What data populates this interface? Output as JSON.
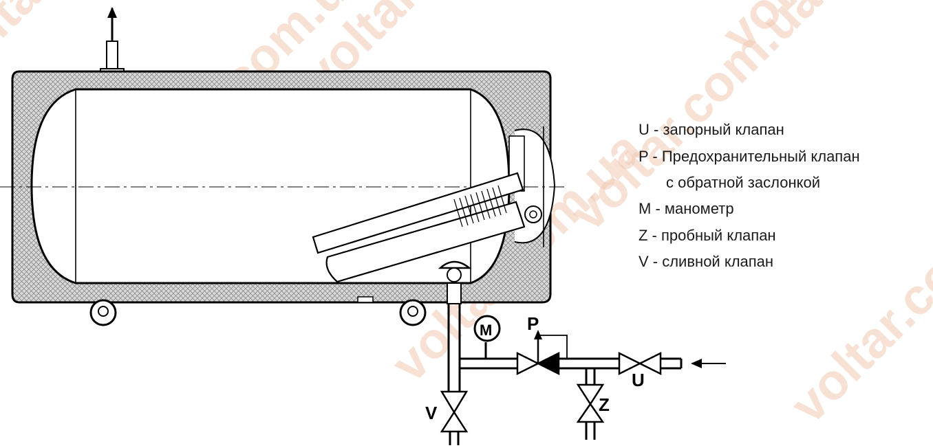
{
  "watermark": "voltar.com.ua",
  "legend": [
    "U - запорный клапан",
    "P - Предохранительный клапан",
    "с обратной заслонкой",
    "M - манометр",
    "Z - пробный клапан",
    "V - сливной клапан"
  ],
  "valve_labels": {
    "m": "M",
    "p": "P",
    "u": "U",
    "z": "Z",
    "v": "V"
  }
}
